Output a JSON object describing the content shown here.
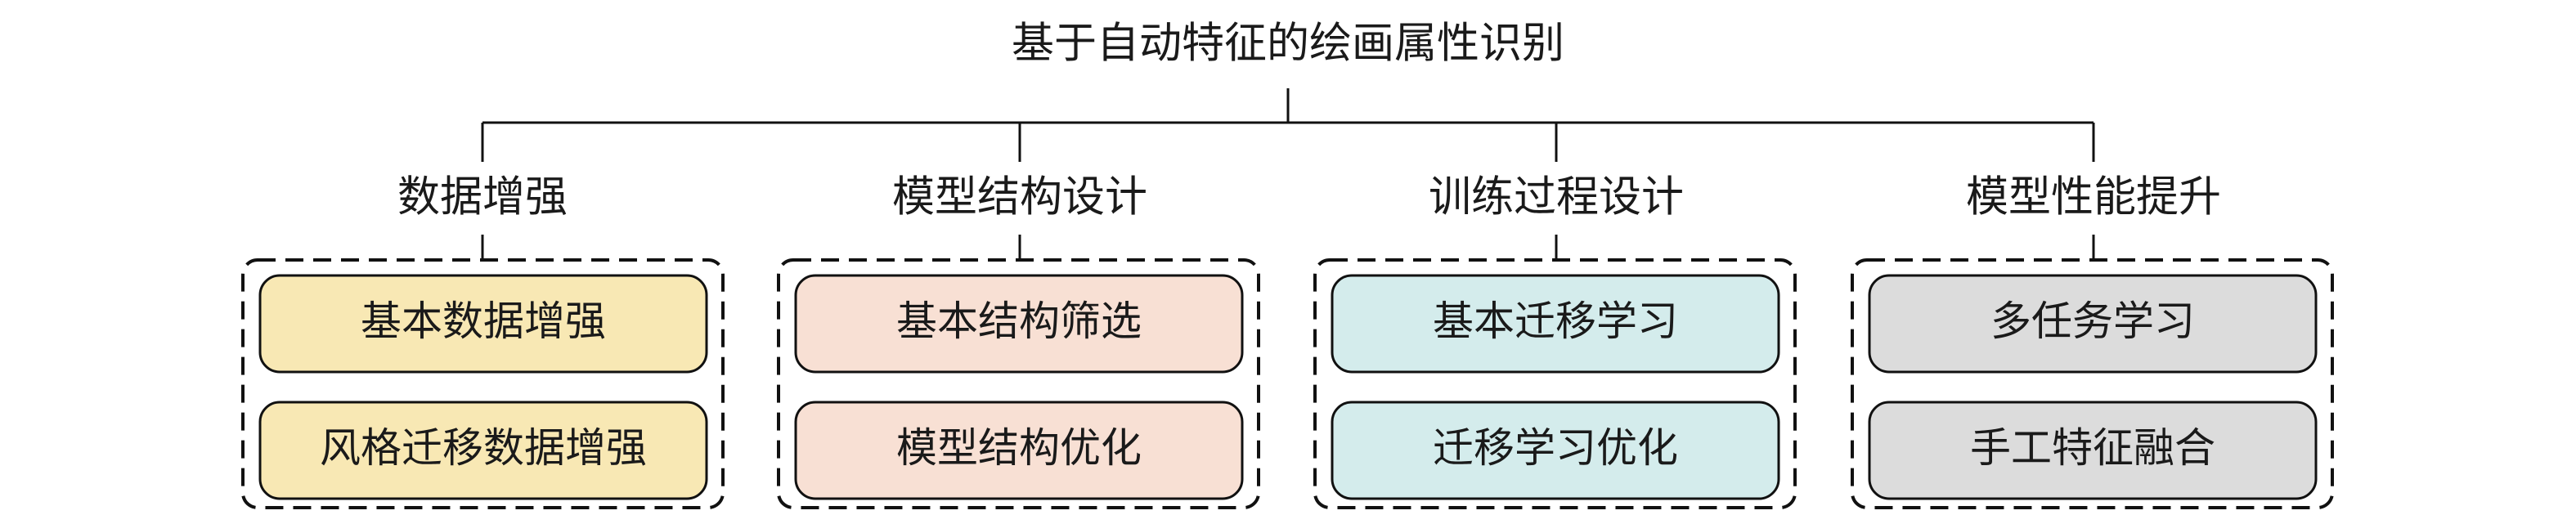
{
  "title": "基于自动特征的绘画属性识别",
  "groups": [
    {
      "label": "数据增强",
      "color": "#f8e8b4",
      "items": [
        "基本数据增强",
        "风格迁移数据增强"
      ]
    },
    {
      "label": "模型结构设计",
      "color": "#f8e0d4",
      "items": [
        "基本结构筛选",
        "模型结构优化"
      ]
    },
    {
      "label": "训练过程设计",
      "color": "#d4ecec",
      "items": [
        "基本迁移学习",
        "迁移学习优化"
      ]
    },
    {
      "label": "模型性能提升",
      "color": "#dcdcdc",
      "items": [
        "多任务学习",
        "手工特征融合"
      ]
    }
  ]
}
